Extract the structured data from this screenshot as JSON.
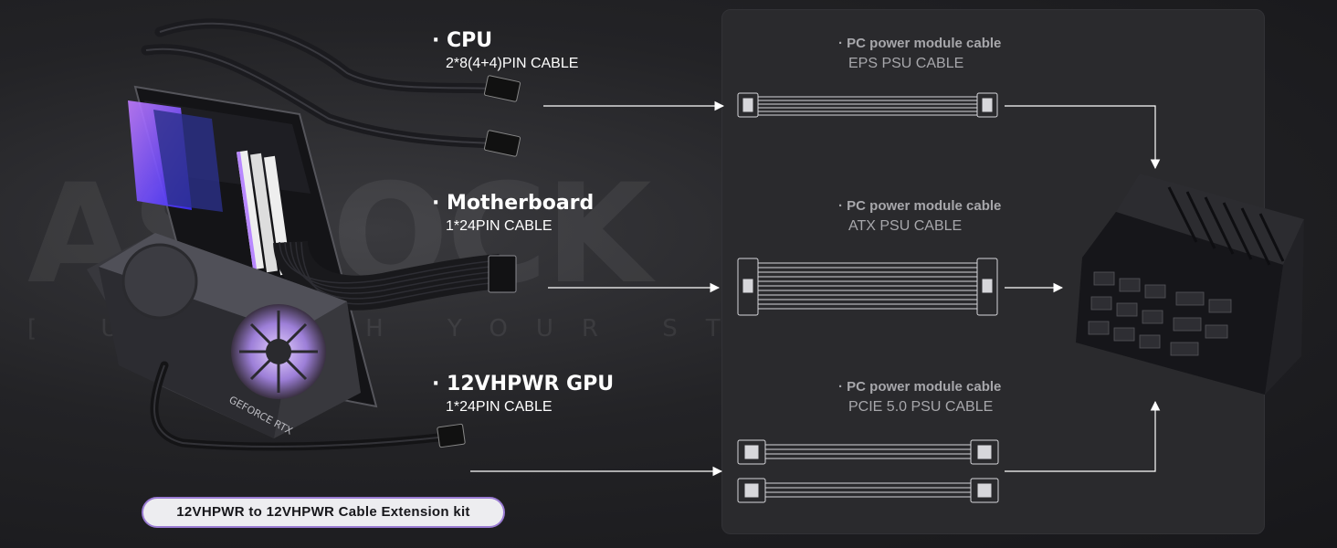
{
  "watermark": {
    "brand": "ASROCK",
    "slogan": "[ UNLEASH YOUR STYLE ]"
  },
  "cables": [
    {
      "title": "· CPU",
      "subtitle": "2*8(4+4)PIN CABLE"
    },
    {
      "title": "· Motherboard",
      "subtitle": "1*24PIN CABLE"
    },
    {
      "title": "· 12VHPWR GPU",
      "subtitle": "1*24PIN CABLE"
    }
  ],
  "modules": [
    {
      "title": "· PC power module cable",
      "subtitle": "EPS PSU CABLE"
    },
    {
      "title": "· PC power module cable",
      "subtitle": "ATX PSU CABLE"
    },
    {
      "title": "· PC power module cable",
      "subtitle": "PCIE 5.0 PSU CABLE"
    }
  ],
  "gpu_label": "GEFORCE RTX",
  "badge": "12VHPWR to 12VHPWR Cable Extension kit",
  "colors": {
    "accent": "#9a7bd3",
    "glow": "#8d55ff",
    "text_muted": "#a7a7ab"
  }
}
